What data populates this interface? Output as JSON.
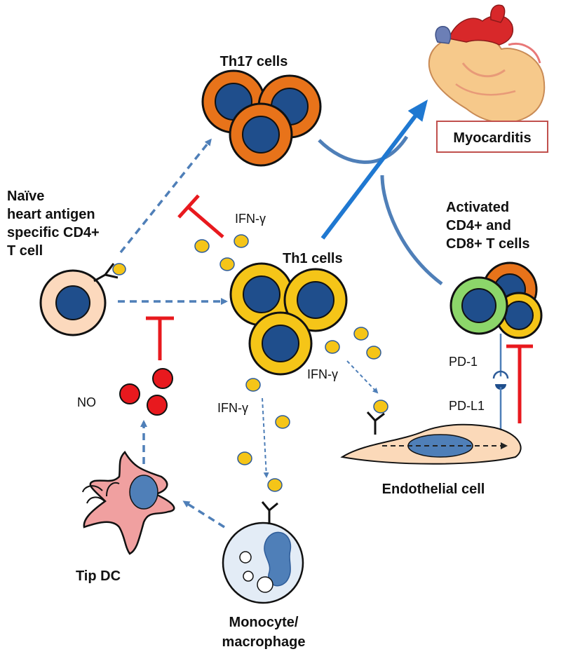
{
  "labels": {
    "th17": "Th17 cells",
    "myocarditis": "Myocarditis",
    "naive_line1": "Naïve",
    "naive_line2": "heart antigen",
    "naive_line3": "specific  CD4+",
    "naive_line4": "T cell",
    "ifn_top": "IFN-γ",
    "th1": "Th1 cells",
    "activated_line1": "Activated",
    "activated_line2": "CD4+ and",
    "activated_line3": "CD8+ T cells",
    "ifn_right": "IFN-γ",
    "ifn_middle": "IFN-γ",
    "pd1": "PD-1",
    "pdl1": "PD-L1",
    "no": "NO",
    "endothelial": "Endothelial cell",
    "tip_dc": "Tip DC",
    "monocyte_line1": "Monocyte/",
    "monocyte_line2": "macrophage"
  },
  "colors": {
    "th17_cell": "#e8731a",
    "th1_cell": "#f5c518",
    "nucleus": "#1f4e8c",
    "naive_cell": "#fcd9bd",
    "activated_green": "#8cd66a",
    "inhibit_red": "#e8191e",
    "flow_blue": "#4f7fb8",
    "main_arrow_blue": "#1f78d1",
    "cytokine": "#f5c518",
    "no_red": "#e8191e",
    "endothelial_fill": "#fbd9b9",
    "dc_fill": "#f0a0a0",
    "macrophage_fill": "#e3ecf6",
    "myocarditis_border": "#c0504d"
  }
}
